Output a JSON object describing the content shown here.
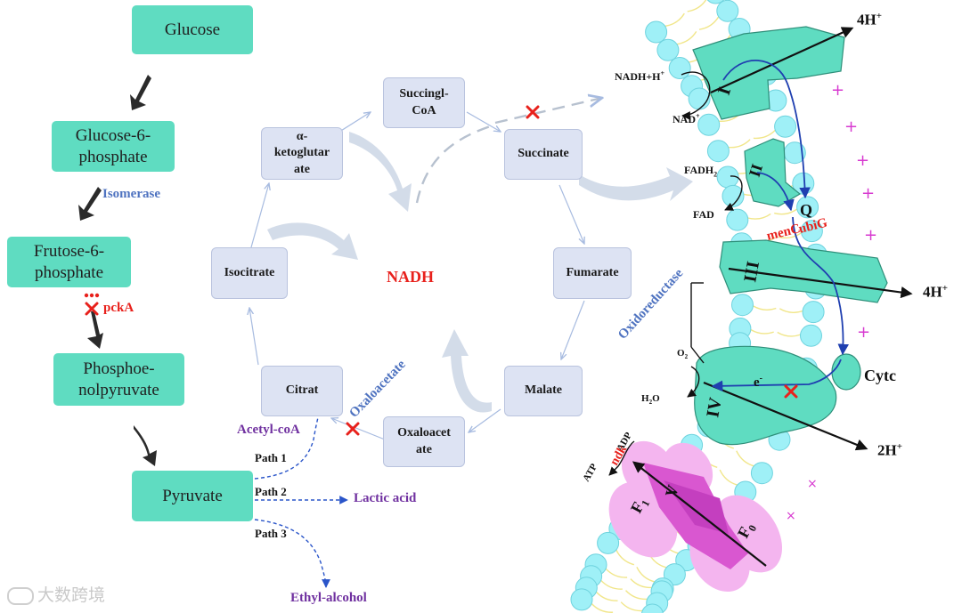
{
  "glycolysis": {
    "glucose": "Glucose",
    "g6p": [
      "Glucose-6-",
      "phosphate"
    ],
    "isomerase": "Isomerase",
    "f6p": [
      "Frutose-6-",
      "phosphate"
    ],
    "pcka": "pckA",
    "pep": [
      "Phosphoe-",
      "nolpyruvate"
    ],
    "pyruvate": "Pyruvate"
  },
  "paths": {
    "path1": "Path 1",
    "path2": "Path 2",
    "path3": "Path 3",
    "acetyl_coa": "Acetyl-coA",
    "lactic_acid": "Lactic acid",
    "ethyl_alcohol": "Ethyl-alcohol"
  },
  "tca": {
    "succinyl_coa": [
      "Succingl-",
      "CoA"
    ],
    "akg": [
      "α-",
      "ketoglutar",
      "ate"
    ],
    "succinate": "Succinate",
    "isocitrate": "Isocitrate",
    "fumarate": "Fumarate",
    "citrat": "Citrat",
    "malate": "Malate",
    "oxaloacetate_box": [
      "Oxaloacet",
      "ate"
    ],
    "oxaloacetate_rot": "Oxaloacetate",
    "center": "NADH"
  },
  "etc": {
    "out_4h_top": "4H",
    "out_4h_mid": "4H",
    "out_2h": "2H",
    "plus_sup": "+",
    "nadh": "NADH+H",
    "nad": "NAD",
    "fadh2": "FADH",
    "fadh2_sub": "2",
    "fad": "FAD",
    "q": "Q",
    "menc": "menC",
    "ubig": "ubiG",
    "oxidoreductase": "Oxidoreductase",
    "o2": "O",
    "o2_sub": "2",
    "h2o_a": "H",
    "h2o_sub": "2",
    "h2o_b": "O",
    "electron": "e",
    "electron_sup": "-",
    "cytc": "Cytc",
    "atp": "ATP",
    "adp": "ADP",
    "ndk": "ndk",
    "f1": "F",
    "f1_sub": "1",
    "f0": "F",
    "f0_sub": "0",
    "complex_I": "I",
    "complex_II": "II",
    "complex_III": "III",
    "complex_IV": "IV",
    "complex_V": "V"
  },
  "watermark": "大数跨境",
  "colors": {
    "teal": "#5fdcc1",
    "tca_box": "#dde3f3",
    "red": "#e8211c",
    "blue": "#4f73c0",
    "purple": "#7031a0",
    "navy": "#1f3fb0",
    "membrane_bead": "#9ff0f7",
    "atp_synthase": "#d957d0",
    "atp_synthase_light": "#f4b5ef"
  }
}
